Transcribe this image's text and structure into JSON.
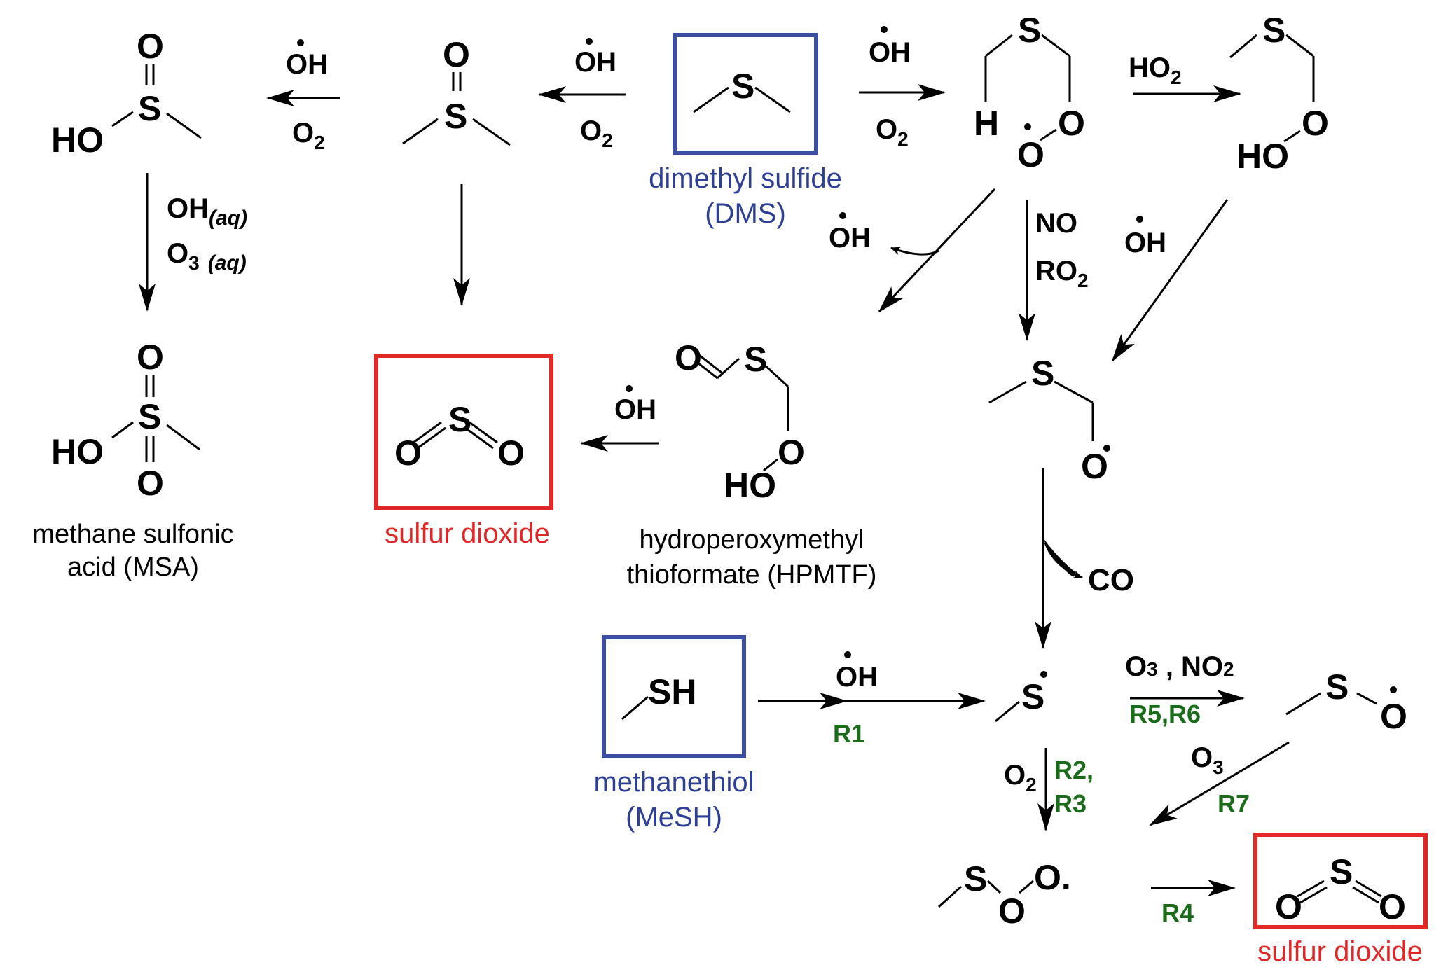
{
  "figure": {
    "title": "Atmospheric oxidation pathways of DMS and MeSH to sulfur dioxide",
    "colors": {
      "source_box": "#3a4ea3",
      "product_box": "#e12a27",
      "reaction_label": "#1a6b1a",
      "source_text": "#2e3f96",
      "product_text": "#e02727"
    }
  },
  "atoms": {
    "S": "S",
    "O": "O",
    "H": "H",
    "HO": "HO",
    "SH": "SH",
    "Odot": "O."
  },
  "compounds": {
    "dms": {
      "name": "dimethyl sulfide",
      "abbr": "(DMS)"
    },
    "mesh": {
      "name": "methanethiol",
      "abbr": "(MeSH)"
    },
    "msa": {
      "name_line1": "methane sulfonic",
      "name_line2": "acid (MSA)"
    },
    "so2_left": {
      "name": "sulfur dioxide"
    },
    "so2_right": {
      "name": "sulfur dioxide"
    },
    "hpmtf": {
      "name_line1": "hydroperoxymethyl",
      "name_line2": "thioformate (HPMTF)"
    }
  },
  "reagents": {
    "oh": "OH",
    "o2_base": "O",
    "o2_sub": "2",
    "ho2_base": "HO",
    "ho2_sub": "2",
    "no": "NO",
    "ro2_base": "RO",
    "ro2_sub": "2",
    "oh_aq_base": "OH",
    "oh_aq_sub": "(aq)",
    "o3_aq_base": "O",
    "o3_aq_sub": "3",
    "o3_aq_phase": "(aq)",
    "co": "CO",
    "o3_no2_a": "O",
    "o3_no2_b": "3",
    "o3_no2_c": " , NO",
    "o3_no2_d": "2",
    "o3_base": "O",
    "o3_sub": "3"
  },
  "reactions": {
    "r1": "R1",
    "r2": "R2,",
    "r3": "R3",
    "r4": "R4",
    "r5r6": "R5,R6",
    "r7": "R7"
  }
}
